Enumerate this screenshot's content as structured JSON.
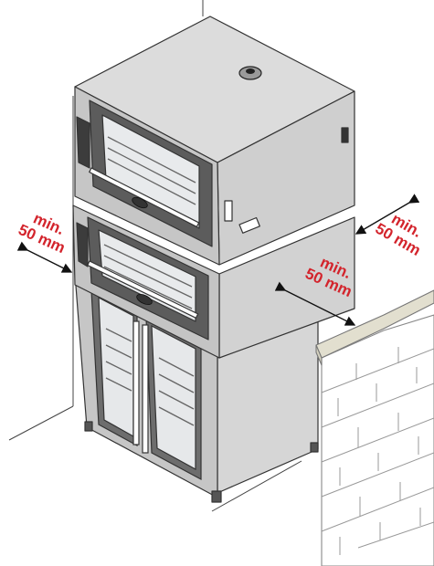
{
  "annotations": {
    "left": {
      "line1": "min.",
      "line2": "50 mm"
    },
    "back": {
      "line1": "min.",
      "line2": "50 mm"
    },
    "right": {
      "line1": "min.",
      "line2": "50 mm"
    }
  },
  "colors": {
    "accent": "#d3242c",
    "cabinet_top": "#dcdcdc",
    "cabinet_front": "#c4c4c4",
    "cabinet_side": "#cfcfcf",
    "glass": "#e8eaec",
    "outline": "#333333",
    "wall_face": "#ffffff",
    "wall_cap": "#e2dfcf"
  },
  "icons": {
    "oven_logo": "oval-badge-icon",
    "knob": "rotary-knob-icon"
  }
}
